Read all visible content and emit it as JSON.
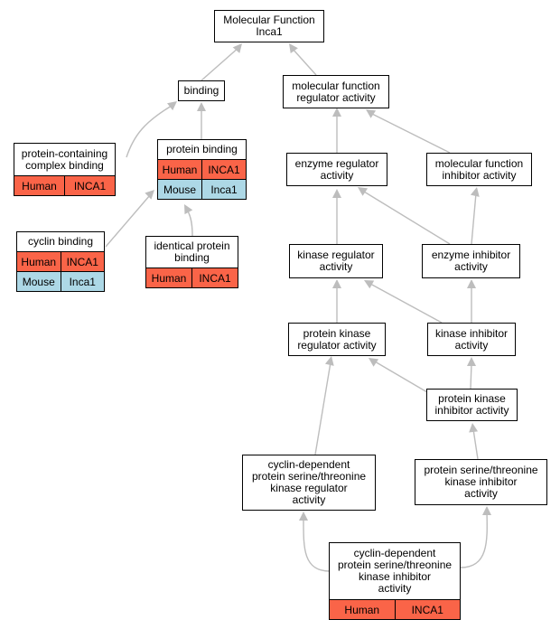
{
  "colors": {
    "human": "#fa6448",
    "mouse": "#add8e6",
    "edge": "#bdbdbd"
  },
  "nodes": {
    "root": {
      "lines": [
        "Molecular Function",
        "Inca1"
      ]
    },
    "binding": {
      "lines": [
        "binding"
      ]
    },
    "mfra": {
      "lines": [
        "molecular function",
        "regulator activity"
      ]
    },
    "pccb": {
      "lines": [
        "protein-containing",
        "complex binding"
      ],
      "rows": [
        {
          "species": "Human",
          "gene": "INCA1"
        }
      ]
    },
    "pb": {
      "lines": [
        "protein binding"
      ],
      "rows": [
        {
          "species": "Human",
          "gene": "INCA1"
        },
        {
          "species": "Mouse",
          "gene": "Inca1"
        }
      ]
    },
    "era": {
      "lines": [
        "enzyme regulator",
        "activity"
      ]
    },
    "mfia": {
      "lines": [
        "molecular function",
        "inhibitor activity"
      ]
    },
    "cb": {
      "lines": [
        "cyclin binding"
      ],
      "rows": [
        {
          "species": "Human",
          "gene": "INCA1"
        },
        {
          "species": "Mouse",
          "gene": "Inca1"
        }
      ]
    },
    "ipb": {
      "lines": [
        "identical protein",
        "binding"
      ],
      "rows": [
        {
          "species": "Human",
          "gene": "INCA1"
        }
      ]
    },
    "kra": {
      "lines": [
        "kinase regulator",
        "activity"
      ]
    },
    "eia": {
      "lines": [
        "enzyme inhibitor",
        "activity"
      ]
    },
    "pkra": {
      "lines": [
        "protein kinase",
        "regulator activity"
      ]
    },
    "kia": {
      "lines": [
        "kinase inhibitor",
        "activity"
      ]
    },
    "pkia": {
      "lines": [
        "protein kinase",
        "inhibitor activity"
      ]
    },
    "cdpkra": {
      "lines": [
        "cyclin-dependent",
        "protein serine/threonine",
        "kinase regulator",
        "activity"
      ]
    },
    "pstkia": {
      "lines": [
        "protein serine/threonine",
        "kinase inhibitor",
        "activity"
      ]
    },
    "cdpkia": {
      "lines": [
        "cyclin-dependent",
        "protein serine/threonine",
        "kinase inhibitor",
        "activity"
      ],
      "rows": [
        {
          "species": "Human",
          "gene": "INCA1"
        }
      ]
    }
  }
}
